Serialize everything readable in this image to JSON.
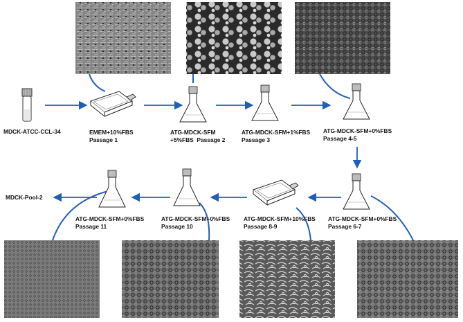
{
  "source": {
    "name": "MDCK-ATCC-CCL-34"
  },
  "final": {
    "name": "MDCK-Pool-2"
  },
  "stages": [
    {
      "medium": "EMEM+10%FBS",
      "passage": "Passage 1"
    },
    {
      "medium": "ATG-MDCK-SFM",
      "passage": "+5%FBS  Passage 2"
    },
    {
      "medium": "ATG-MDCK-SFM+1%FBS",
      "passage": "Passage 3"
    },
    {
      "medium": "ATG-MDCK-SFM+0%FBS",
      "passage": "Passage 4-5"
    },
    {
      "medium": "ATG-MDCK-SFM+0%FBS",
      "passage": "Passage 6-7"
    },
    {
      "medium": "ATG-MDCK-SFM+10%FBS",
      "passage": "Passage 8-9"
    },
    {
      "medium": "ATG-MDCK-SFM+0%FBS",
      "passage": "Passage 10"
    },
    {
      "medium": "ATG-MDCK-SFM+0%FBS",
      "passage": "Passage 11"
    }
  ],
  "colors": {
    "arrow": "#1f5fb8",
    "text": "#111111"
  }
}
